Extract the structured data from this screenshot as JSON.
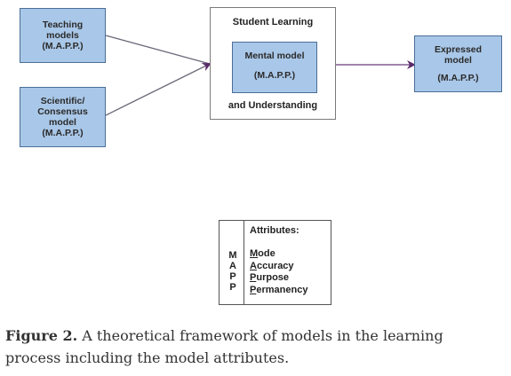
{
  "diagram": {
    "teaching": {
      "lines": [
        "Teaching",
        "models",
        "(M.A.P.P.)"
      ]
    },
    "scientific": {
      "lines": [
        "Scientific/",
        "Consensus",
        "model",
        "(M.A.P.P.)"
      ]
    },
    "student": {
      "title": "Student Learning",
      "mental_title": "Mental model",
      "mental_sub": "(M.A.P.P.)",
      "footer": "and Understanding"
    },
    "expressed": {
      "lines": [
        "Expressed",
        "model",
        "",
        "(M.A.P.P.)"
      ]
    },
    "attributes": {
      "letters": [
        "M",
        "A",
        "P",
        "P"
      ],
      "heading": "Attributes:",
      "items": [
        {
          "first": "M",
          "rest": "ode"
        },
        {
          "first": "A",
          "rest": "ccuracy"
        },
        {
          "first": "P",
          "rest": "urpose"
        },
        {
          "first": "P",
          "rest": "ermanency"
        }
      ]
    },
    "colors": {
      "box_fill": "#a9c7e8",
      "box_border": "#4a6f98",
      "arrow": "#5a2a6a"
    }
  },
  "caption": {
    "label": "Figure 2.",
    "text": " A theoretical framework of models in the learning",
    "line2": "process including the model attributes."
  }
}
